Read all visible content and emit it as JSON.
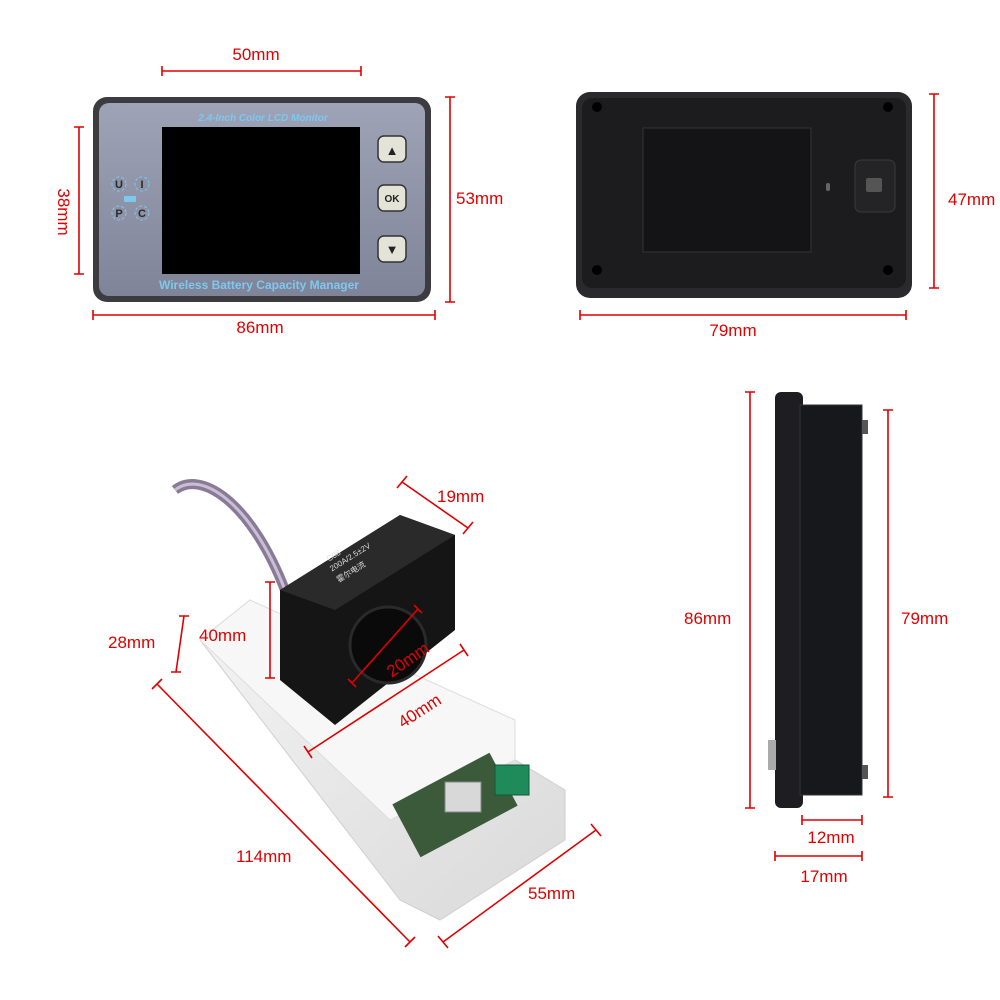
{
  "front_view": {
    "top_label": "2.4-Inch Color LCD Monitor",
    "bottom_label": "Wireless Battery Capacity Manager",
    "indicators": [
      "U",
      "I",
      "P",
      "C"
    ],
    "buttons": {
      "up": "▲",
      "ok": "OK",
      "down": "▼"
    },
    "dims": {
      "screen_width": "50mm",
      "height": "53mm",
      "screen_height": "38mm",
      "width": "86mm"
    }
  },
  "back_view": {
    "dims": {
      "height": "47mm",
      "width": "79mm"
    }
  },
  "sensor_view": {
    "sensor_text": [
      "200A/2.5±2V",
      "霍尔电流",
      "·C08"
    ],
    "dims": {
      "sensor_depth": "19mm",
      "box_height": "28mm",
      "sensor_height": "40mm",
      "hole": "20mm",
      "sensor_width": "40mm",
      "box_length": "114mm",
      "box_width": "55mm"
    }
  },
  "side_view": {
    "dims": {
      "outer_height": "86mm",
      "inner_height": "79mm",
      "inner_depth": "12mm",
      "outer_depth": "17mm"
    }
  },
  "colors": {
    "dimension": "#e00000",
    "panel": "#8e93a6",
    "label_blue": "#7ec8f0"
  }
}
